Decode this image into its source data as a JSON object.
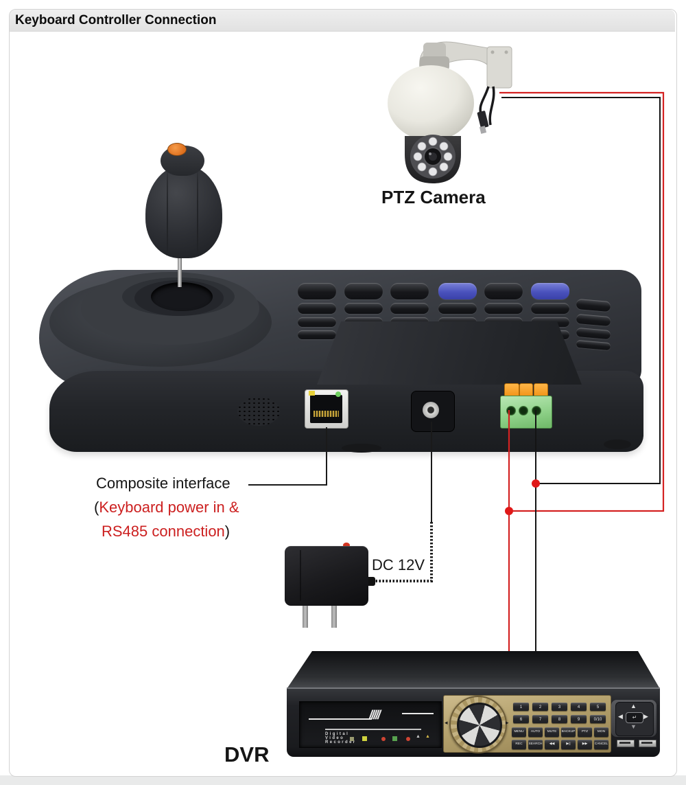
{
  "header": {
    "title": "Keyboard Controller Connection"
  },
  "camera": {
    "label": "PTZ Camera"
  },
  "keyboard": {
    "composite_label": "Composite interface",
    "paren_open": "(",
    "power_label": "Keyboard power in &",
    "rs485_label": "RS485 connection",
    "paren_close": ")"
  },
  "power": {
    "label": "DC 12V"
  },
  "dvr": {
    "label": "DVR",
    "brand_text": "Digital Video Recorder",
    "deco_slashes": "/////",
    "number_buttons": [
      "1",
      "2",
      "3",
      "4",
      "5",
      "6",
      "7",
      "8",
      "9",
      "0/10"
    ],
    "function_buttons": [
      "MENU",
      "AUTO",
      "MUTE",
      "BACKUP",
      "PTZ",
      "MON"
    ],
    "transport_buttons": [
      "REC",
      "SEARCH",
      "◀◀",
      "▶||",
      "▶▶",
      "CANCEL"
    ],
    "nav": {
      "up": "▲",
      "down": "▼",
      "left": "◀",
      "right": "▶",
      "enter": "↵"
    },
    "dial_left_arrow": "◂",
    "dial_right_arrow": "▸",
    "led_triangle": "▲"
  },
  "colors": {
    "wire_red": "#d42222",
    "wire_black": "#141414",
    "junction_red": "#e01818",
    "red_text": "#cc2020",
    "blue_key": "#5a62c8",
    "terminal_orange": "#f59b23",
    "terminal_green": "#8fd08f",
    "dvr_gold": "#b5a273",
    "header_bg": "#e9e9e9"
  }
}
